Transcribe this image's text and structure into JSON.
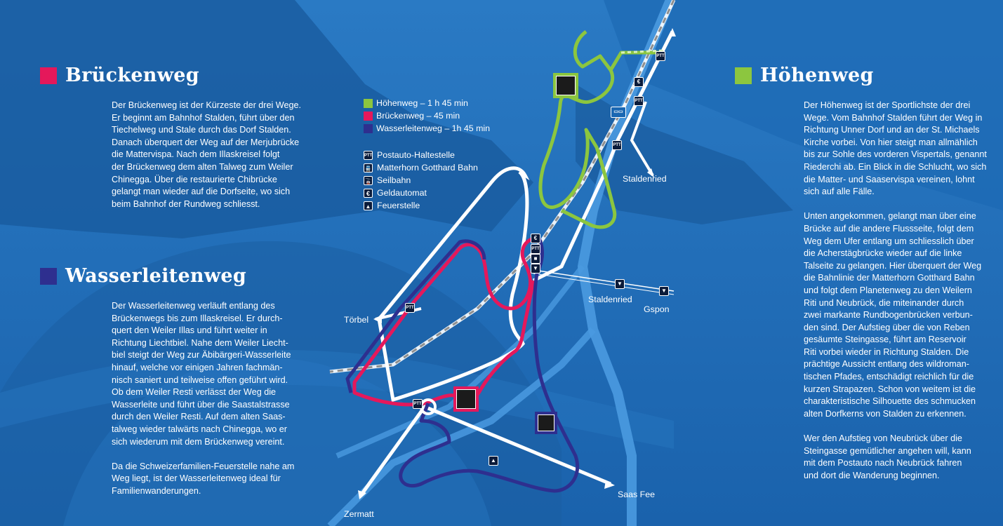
{
  "colors": {
    "bg": "#1a67b2",
    "hoehenweg": "#8cc63f",
    "brueckenweg": "#e5185b",
    "wasserleitenweg": "#2e2f8f",
    "road": "#ffffff",
    "river": "#4a9ae0",
    "rail": "#9a9a9a"
  },
  "brueckenweg": {
    "title": "Brückenweg",
    "body": "Der Brückenweg ist der Kürzeste der drei Wege.\nEr beginnt am Bahnhof Stalden, führt über den\nTiechelweg und Stale durch das Dorf Stalden.\nDanach überquert der Weg auf der Merjubrücke\ndie Mattervispa. Nach dem Illaskreisel folgt\nder Brückenweg dem alten Talweg zum Weiler\nChinegga. Über die restaurierte Chibrücke\ngelangt man wieder auf die Dorfseite, wo sich\nbeim Bahnhof der Rundweg schliesst."
  },
  "wasserleitenweg": {
    "title": "Wasserleitenweg",
    "body": "Der Wasserleitenweg verläuft entlang des\nBrückenwegs bis zum Illaskreisel. Er durch-\nquert den Weiler Illas und führt weiter in\nRichtung Liechtbiel. Nahe dem Weiler Liecht-\nbiel steigt der Weg zur Äbibärgeri-Wasserleite\nhinauf, welche vor einigen Jahren fachmän-\nnisch saniert und teilweise offen geführt wird.\nOb dem Weiler Resti verlässt der Weg die\nWasserleite und führt über die Saastalstrasse\ndurch den Weiler Resti. Auf dem alten Saas-\ntalweg wieder talwärts nach Chinegga, wo er\nsich wiederum mit dem Brückenweg vereint.\n\nDa die Schweizerfamilien-Feuerstelle nahe am\nWeg liegt, ist der Wasserleitenweg ideal für\nFamilienwanderungen."
  },
  "hoehenweg": {
    "title": "Höhenweg",
    "body": "Der Höhenweg ist der Sportlichste der drei\nWege. Vom Bahnhof Stalden führt der Weg in\nRichtung Unner Dorf und an der St. Michaels\nKirche vorbei. Von hier steigt man allmählich\nbis zur Sohle des vorderen Vispertals, genannt\nRiederchi ab. Ein Blick in die Schlucht, wo sich\ndie Matter- und Saaservispa vereinen, lohnt\nsich auf alle Fälle.\n\nUnten angekommen, gelangt man über eine\nBrücke auf die andere Flussseite, folgt dem\nWeg dem Ufer entlang um schliesslich über\ndie Acherstägbrücke wieder auf die linke\nTalseite zu gelangen. Hier überquert der Weg\ndie Bahnlinie der Matterhorn Gotthard Bahn\nund folgt dem Planetenweg zu den Weilern\nRiti und Neubrück, die miteinander durch\nzwei markante  Rundbogenbrücken verbun-\nden sind. Der Aufstieg über die von Reben\ngesäumte Steingasse, führt am Reservoir\nRiti vorbei wieder in Richtung Stalden. Die\nprächtige Aussicht entlang des wildroman-\ntischen Pfades, entschädigt reichlich für die\nkurzen Strapazen. Schon von weitem ist die\ncharakteristische Silhouette des schmucken\nalten Dorfkerns von Stalden zu erkennen.\n\nWer den Aufstieg von Neubrück über die\nSteingasse gemütlicher angehen will, kann\nmit dem Postauto nach Neubrück fahren\nund dort die Wanderung beginnen."
  },
  "legend": {
    "routes": [
      {
        "label": "Höhenweg – 1 h 45 min",
        "color": "#8cc63f"
      },
      {
        "label": "Brückenweg  – 45 min",
        "color": "#e5185b"
      },
      {
        "label": "Wasserleitenweg – 1h 45 min",
        "color": "#2e2f8f"
      }
    ],
    "symbols": [
      {
        "label": "Postauto-Haltestelle",
        "icon": "postauto-icon",
        "glyph": "PTT"
      },
      {
        "label": "Matterhorn Gotthard Bahn",
        "icon": "train-icon",
        "glyph": "🚆"
      },
      {
        "label": "Seilbahn",
        "icon": "cablecar-icon",
        "glyph": "🚡"
      },
      {
        "label": "Geldautomat",
        "icon": "atm-icon",
        "glyph": "€"
      },
      {
        "label": "Feuerstelle",
        "icon": "fireplace-icon",
        "glyph": "▲"
      }
    ]
  },
  "places": {
    "staldenried_top": "Staldenried",
    "toerbel": "Törbel",
    "staldenried_mid": "Staldenried",
    "gspon": "Gspon",
    "zermatt": "Zermatt",
    "saas_fee": "Saas Fee"
  },
  "markers": {
    "ptt": "PTT"
  }
}
